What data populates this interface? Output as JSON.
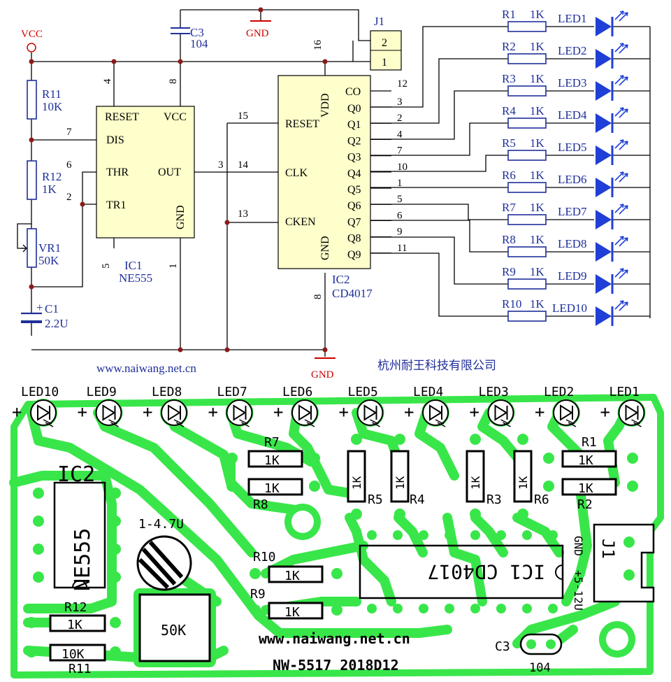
{
  "schematic": {
    "power": {
      "vcc": "VCC",
      "gnd_top": "GND",
      "gnd_bottom": "GND"
    },
    "components": {
      "c3": {
        "name": "C3",
        "value": "104"
      },
      "j1": {
        "name": "J1",
        "pin2": "2",
        "pin1": "1"
      },
      "r11": {
        "name": "R11",
        "value": "10K"
      },
      "r12": {
        "name": "R12",
        "value": "1K"
      },
      "vr1": {
        "name": "VR1",
        "value": "50K"
      },
      "c1": {
        "name": "C1",
        "value": "2.2U",
        "polarity": "+"
      }
    },
    "ic1": {
      "pins": {
        "reset": "RESET",
        "vcc": "VCC",
        "dis": "DIS",
        "thr": "THR",
        "out": "OUT",
        "tr1": "TR1",
        "gnd": "GND"
      },
      "pin_numbers": {
        "p4": "4",
        "p8": "8",
        "p7": "7",
        "p6": "6",
        "p2": "2",
        "p3": "3",
        "p5": "5",
        "p1": "1"
      },
      "name": "IC1",
      "part": "NE555"
    },
    "ic2": {
      "pins": {
        "vdd": "VDD",
        "co": "CO",
        "reset": "RESET",
        "clk": "CLK",
        "cken": "CKEN",
        "gnd": "GND",
        "outputs": [
          "Q0",
          "Q1",
          "Q2",
          "Q3",
          "Q4",
          "Q5",
          "Q6",
          "Q7",
          "Q8",
          "Q9"
        ]
      },
      "pin_numbers": {
        "p16": "16",
        "p15": "15",
        "p14": "14",
        "p13": "13",
        "p12": "12",
        "p8": "8",
        "outputs": [
          "3",
          "2",
          "4",
          "7",
          "10",
          "1",
          "5",
          "6",
          "9",
          "11"
        ]
      },
      "name": "IC2",
      "part": "CD4017"
    },
    "resistors": [
      {
        "name": "R1",
        "value": "1K"
      },
      {
        "name": "R2",
        "value": "1K"
      },
      {
        "name": "R3",
        "value": "1K"
      },
      {
        "name": "R4",
        "value": "1K"
      },
      {
        "name": "R5",
        "value": "1K"
      },
      {
        "name": "R6",
        "value": "1K"
      },
      {
        "name": "R7",
        "value": "1K"
      },
      {
        "name": "R8",
        "value": "1K"
      },
      {
        "name": "R9",
        "value": "1K"
      },
      {
        "name": "R10",
        "value": "1K"
      }
    ],
    "leds": [
      "LED1",
      "LED2",
      "LED3",
      "LED4",
      "LED5",
      "LED6",
      "LED7",
      "LED8",
      "LED9",
      "LED10"
    ],
    "website": "www.naiwang.net.cn",
    "company": "杭州耐王科技有限公司",
    "colors": {
      "wire": "#000000",
      "label": "#1f2f9a",
      "led": "#1f3fd6",
      "chip": "#ffffcc",
      "power": "#cc0000"
    }
  },
  "pcb": {
    "led_labels": [
      "LED10",
      "LED9",
      "LED8",
      "LED7",
      "LED6",
      "LED5",
      "LED4",
      "LED3",
      "LED2",
      "LED1"
    ],
    "plus_sign": "+",
    "ic2_label": "IC2",
    "ne555": "NE555",
    "cap_label": "1-4.7U",
    "pot_label": "50K",
    "r7": {
      "name": "R7",
      "value": "1K"
    },
    "r8": {
      "name": "R8",
      "value": "1K"
    },
    "r5": {
      "name": "R5",
      "value": "1K"
    },
    "r4": {
      "name": "R4",
      "value": "1K"
    },
    "r3": {
      "name": "R3",
      "value": "1K"
    },
    "r6": {
      "name": "R6",
      "value": "1K"
    },
    "r1": {
      "name": "R1",
      "value": "1K"
    },
    "r2": {
      "name": "R2",
      "value": "1K"
    },
    "r10": {
      "name": "R10",
      "value": "1K"
    },
    "r9": {
      "name": "R9",
      "value": "1K"
    },
    "r12": {
      "name": "R12",
      "value": "1K"
    },
    "r11": {
      "name": "R11",
      "value": "10K"
    },
    "ic1_label": "IC1 CD4017",
    "j1_label": "J1",
    "gnd_label": "GND",
    "supply_label": "+5-12U",
    "website": "www.naiwang.net.cn",
    "board_id": "NW-5517  2018D12",
    "c3": {
      "name": "C3",
      "value": "104"
    },
    "colors": {
      "copper": "#39e64a",
      "silk": "#000000"
    }
  }
}
